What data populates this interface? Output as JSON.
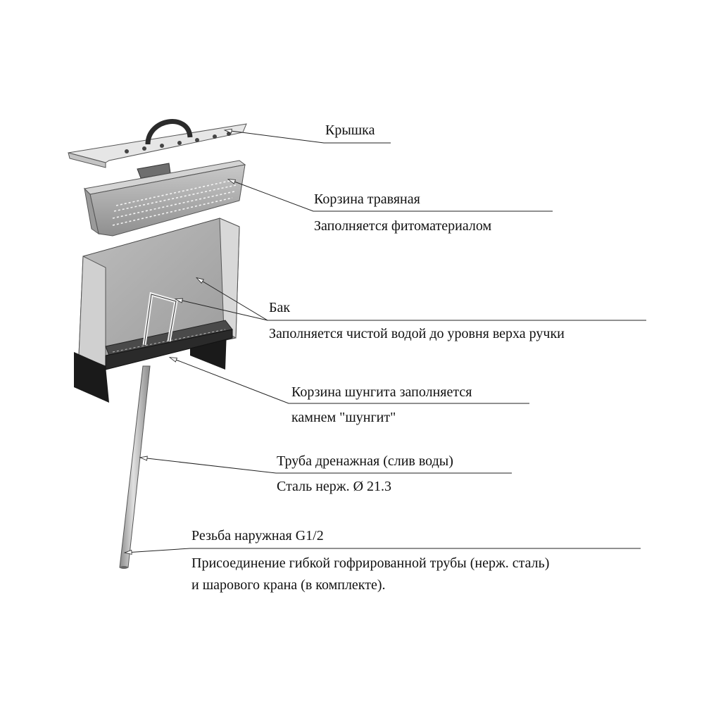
{
  "diagram": {
    "callouts": {
      "lid": {
        "title": "Крышка"
      },
      "herb_basket": {
        "title": "Корзина травяная",
        "note": "Заполняется фитоматериалом"
      },
      "tank": {
        "title": "Бак",
        "note": "Заполняется чистой водой до уровня верха ручки"
      },
      "shungite_basket": {
        "line1": "Корзина шунгита заполняется",
        "line2": "камнем \"шунгит\""
      },
      "drain_pipe": {
        "title": "Труба дренажная (слив воды)",
        "note": "Сталь нерж. Ø 21.3"
      },
      "thread": {
        "title": "Резьба наружная G1/2",
        "note_line1": "Присоединение гибкой гофрированной трубы (нерж. сталь)",
        "note_line2": "и шарового крана (в комплекте)."
      }
    },
    "colors": {
      "metal_light": "#d9d9d9",
      "metal_mid": "#a9a9a9",
      "metal_dark": "#6e6e6e",
      "black": "#1a1a1a"
    }
  }
}
